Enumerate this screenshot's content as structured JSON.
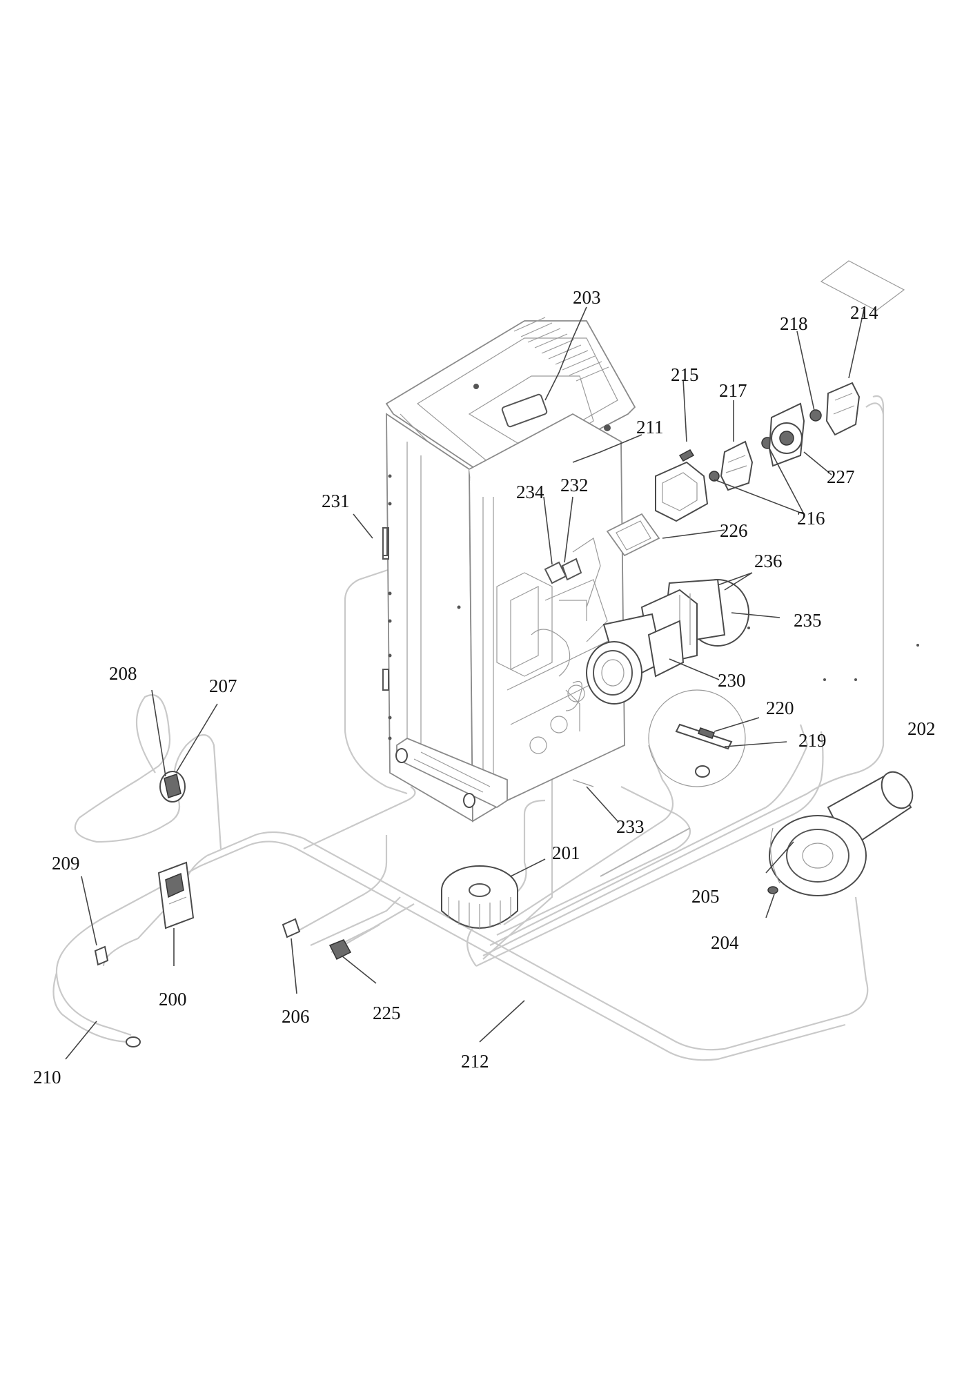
{
  "labels": {
    "p200": "200",
    "p201": "201",
    "p202": "202",
    "p203": "203",
    "p204": "204",
    "p205": "205",
    "p206": "206",
    "p207": "207",
    "p208": "208",
    "p209": "209",
    "p210": "210",
    "p211": "211",
    "p212": "212",
    "p214": "214",
    "p215": "215",
    "p216": "216",
    "p217": "217",
    "p218": "218",
    "p219": "219",
    "p220": "220",
    "p225": "225",
    "p226": "226",
    "p227": "227",
    "p230": "230",
    "p231": "231",
    "p232": "232",
    "p233": "233",
    "p234": "234",
    "p235": "235",
    "p236": "236"
  },
  "colors": {
    "background": "#ffffff",
    "label": "#111111",
    "wire": "#c9c9c9",
    "outline": "#8a8a8a"
  }
}
